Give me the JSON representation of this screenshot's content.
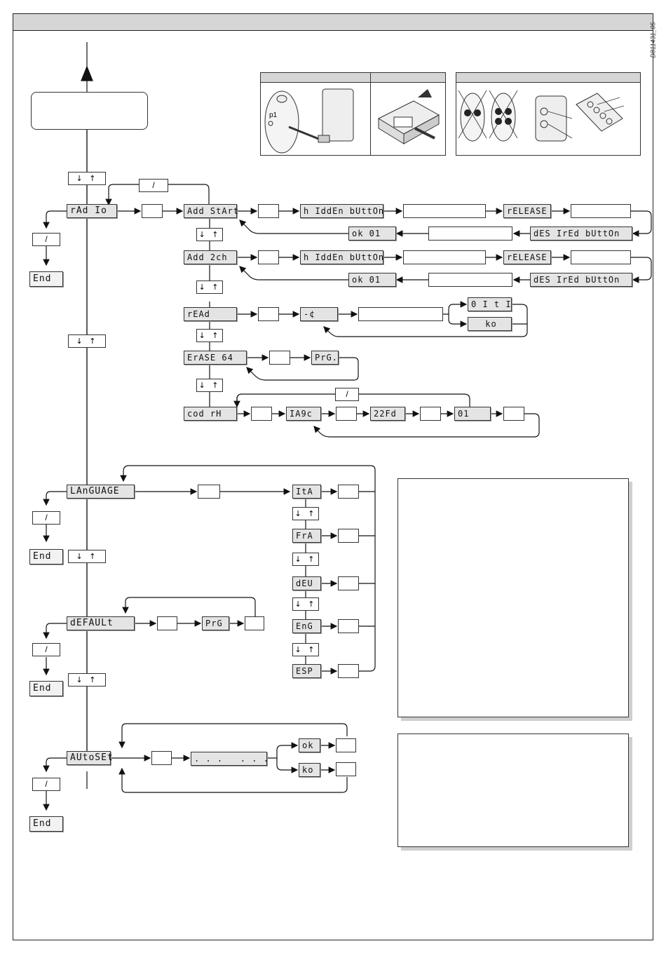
{
  "document": {
    "code": "D811431_05"
  },
  "menu": {
    "radio": "rAd Io",
    "language": "LAnGUAGE",
    "default": "dEFAULt",
    "autoset": "AUtoSEt"
  },
  "common": {
    "up_down": "↓ ↑",
    "slash": "/",
    "end": "End"
  },
  "radio": {
    "add_start": "Add StArt",
    "add_2ch": "Add 2ch",
    "read": "rEAd",
    "erase": "ErASE 64",
    "cod_rx": "cod rH",
    "hidden_button": "h IddEn bUttOn",
    "release": "rELEASE",
    "desired_button": "dES IrEd bUttOn",
    "ok_01": "ok 01",
    "read_wait": "-¢",
    "read_ok": "0 I t I",
    "read_ko": "ko",
    "prg": "PrG.",
    "code_1": "IA9c",
    "code_2": "22Fd",
    "code_3": "01"
  },
  "language": {
    "options": [
      "ItA",
      "FrA",
      "dEU",
      "EnG",
      "ESP"
    ]
  },
  "default": {
    "prg": "PrG"
  },
  "autoset": {
    "progress": ". . .   . . .",
    "ok": "ok",
    "ko": "ko"
  },
  "icons": [
    "remote-p1-icon",
    "receiver-module-icon",
    "remote-buttons-icon",
    "remote-2ch-icon"
  ]
}
